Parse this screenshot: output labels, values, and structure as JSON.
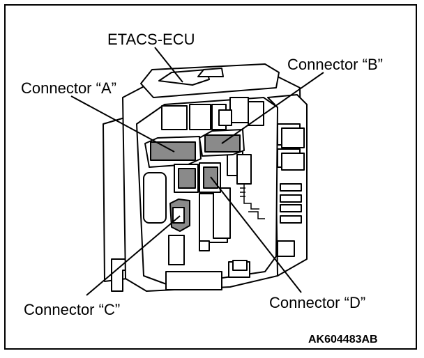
{
  "figure": {
    "labels": {
      "ecu": "ETACS-ECU",
      "connector_a": "Connector “A”",
      "connector_b": "Connector “B”",
      "connector_c": "Connector “C”",
      "connector_d": "Connector “D”"
    },
    "figure_code": "AK604483AB"
  },
  "colors": {
    "ink": "#000000",
    "body_fill": "#ffffff",
    "connector_fill": "#8a8a8a",
    "shade": "#bdbdbd"
  }
}
